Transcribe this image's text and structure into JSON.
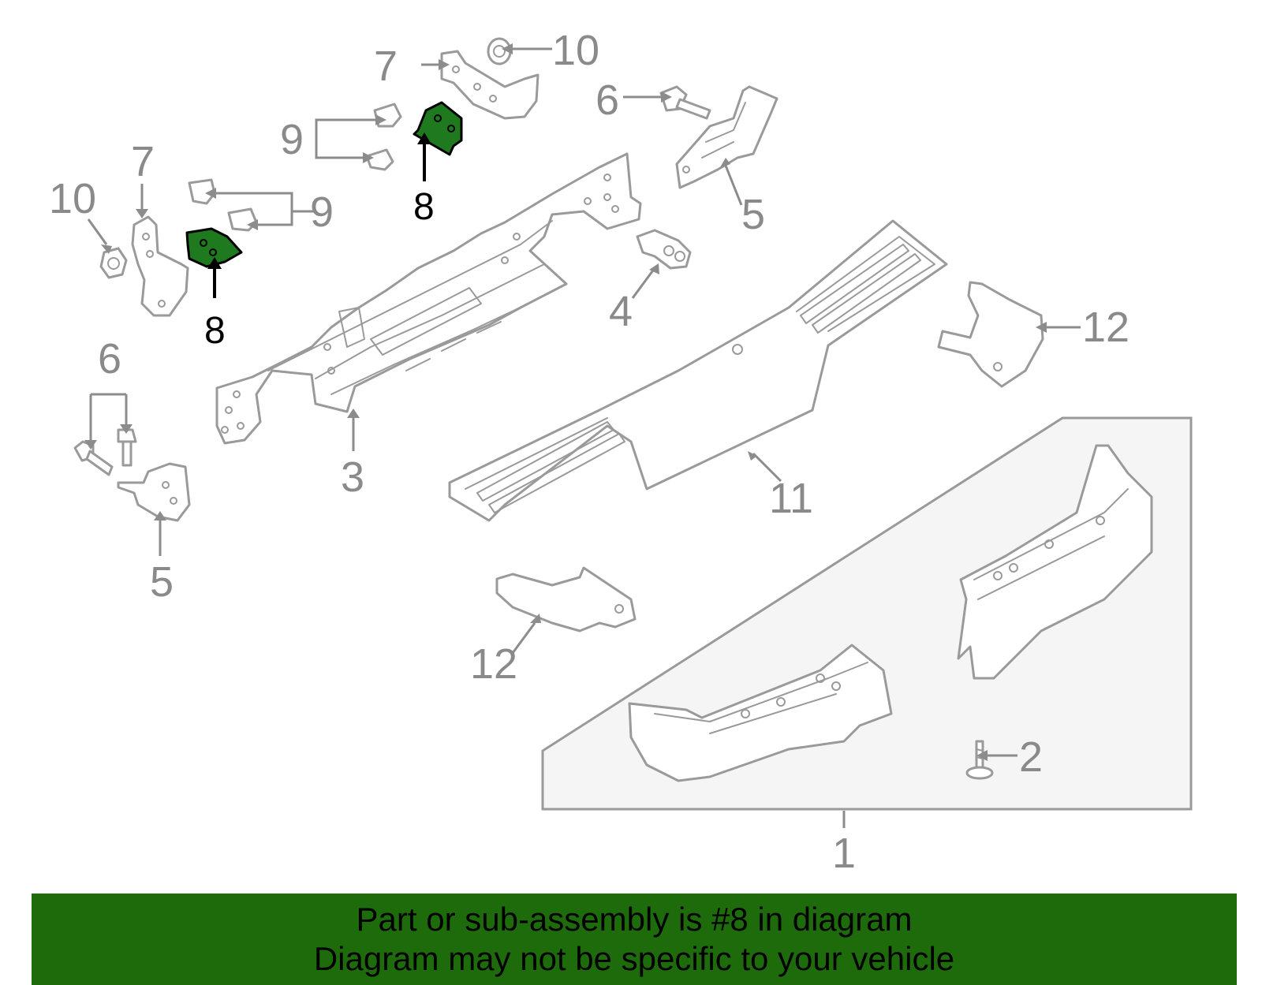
{
  "diagram": {
    "callouts": {
      "c1": "1",
      "c2": "2",
      "c3": "3",
      "c4": "4",
      "c5_right": "5",
      "c5_left": "5",
      "c6_right": "6",
      "c6_left": "6",
      "c7_right": "7",
      "c7_left": "7",
      "c8_right": "8",
      "c8_left": "8",
      "c9_right": "9",
      "c9_left": "9",
      "c10_right": "10",
      "c10_left": "10",
      "c11": "11",
      "c12_right": "12",
      "c12_left": "12"
    },
    "highlight_color": "#1f7a1f",
    "line_color": "#9a9a9a",
    "panel_color": "#f5f5f5"
  },
  "banner": {
    "line1": "Part or sub-assembly is #8 in diagram",
    "line2": "Diagram may not be specific to your vehicle",
    "background": "#1e6b0c"
  }
}
